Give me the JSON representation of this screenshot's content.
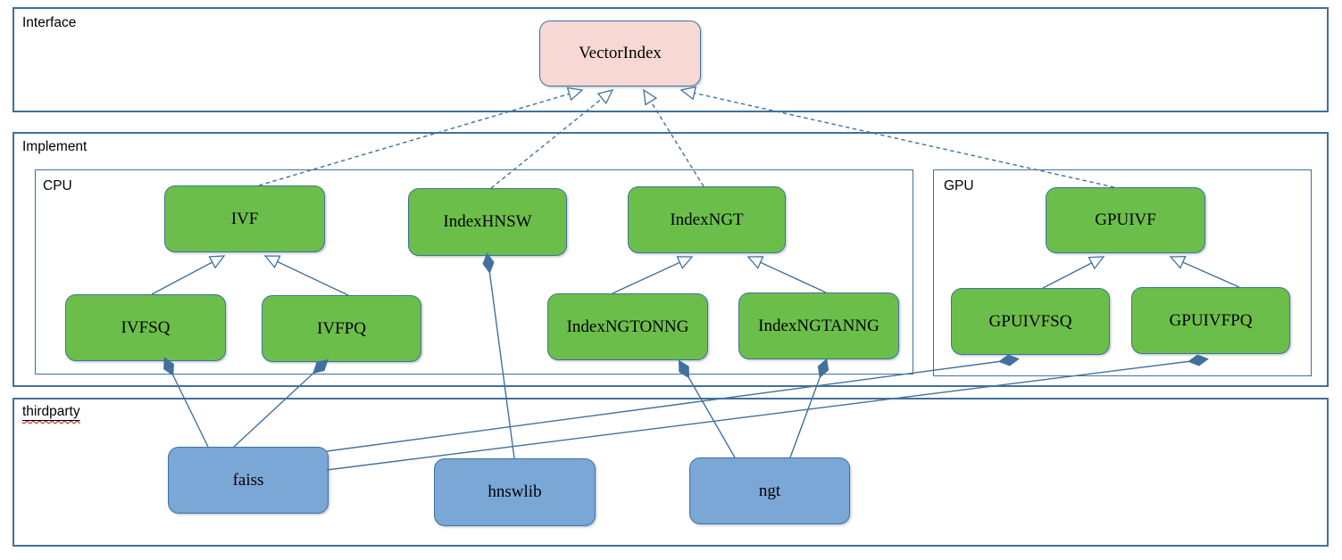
{
  "diagram": {
    "containers": {
      "interface": {
        "label": "Interface"
      },
      "implement": {
        "label": "Implement"
      },
      "cpu": {
        "label": "CPU"
      },
      "gpu": {
        "label": "GPU"
      },
      "thirdparty": {
        "label": "thirdparty",
        "spellcheck_squiggle": true
      }
    },
    "nodes": {
      "vectorindex": {
        "label": "VectorIndex",
        "kind": "interface"
      },
      "ivf": {
        "label": "IVF",
        "kind": "cpu-class"
      },
      "indexhnsw": {
        "label": "IndexHNSW",
        "kind": "cpu-class"
      },
      "indexngt": {
        "label": "IndexNGT",
        "kind": "cpu-class"
      },
      "ivfsq": {
        "label": "IVFSQ",
        "kind": "cpu-class"
      },
      "ivfpq": {
        "label": "IVFPQ",
        "kind": "cpu-class"
      },
      "indexngtonng": {
        "label": "IndexNGTONNG",
        "kind": "cpu-class"
      },
      "indexngtanng": {
        "label": "IndexNGTANNG",
        "kind": "cpu-class"
      },
      "gpuivf": {
        "label": "GPUIVF",
        "kind": "gpu-class"
      },
      "gpuivfsq": {
        "label": "GPUIVFSQ",
        "kind": "gpu-class"
      },
      "gpuivfpq": {
        "label": "GPUIVFPQ",
        "kind": "gpu-class"
      },
      "faiss": {
        "label": "faiss",
        "kind": "thirdparty-lib"
      },
      "hnswlib": {
        "label": "hnswlib",
        "kind": "thirdparty-lib"
      },
      "ngt": {
        "label": "ngt",
        "kind": "thirdparty-lib"
      }
    },
    "edges": [
      {
        "from": "IVF",
        "to": "VectorIndex",
        "relation": "implements",
        "line": "dashed",
        "head": "open-triangle"
      },
      {
        "from": "IndexHNSW",
        "to": "VectorIndex",
        "relation": "implements",
        "line": "dashed",
        "head": "open-triangle"
      },
      {
        "from": "IndexNGT",
        "to": "VectorIndex",
        "relation": "implements",
        "line": "dashed",
        "head": "open-triangle"
      },
      {
        "from": "GPUIVF",
        "to": "VectorIndex",
        "relation": "implements",
        "line": "dashed",
        "head": "open-triangle"
      },
      {
        "from": "IVFSQ",
        "to": "IVF",
        "relation": "inherits",
        "line": "solid",
        "head": "open-triangle"
      },
      {
        "from": "IVFPQ",
        "to": "IVF",
        "relation": "inherits",
        "line": "solid",
        "head": "open-triangle"
      },
      {
        "from": "IndexNGTONNG",
        "to": "IndexNGT",
        "relation": "inherits",
        "line": "solid",
        "head": "open-triangle"
      },
      {
        "from": "IndexNGTANNG",
        "to": "IndexNGT",
        "relation": "inherits",
        "line": "solid",
        "head": "open-triangle"
      },
      {
        "from": "GPUIVFSQ",
        "to": "GPUIVF",
        "relation": "inherits",
        "line": "solid",
        "head": "open-triangle"
      },
      {
        "from": "GPUIVFPQ",
        "to": "GPUIVF",
        "relation": "inherits",
        "line": "solid",
        "head": "open-triangle"
      },
      {
        "from": "faiss",
        "to": "IVFSQ",
        "relation": "composition",
        "line": "solid",
        "head": "filled-diamond"
      },
      {
        "from": "faiss",
        "to": "IVFPQ",
        "relation": "composition",
        "line": "solid",
        "head": "filled-diamond"
      },
      {
        "from": "faiss",
        "to": "GPUIVFSQ",
        "relation": "composition",
        "line": "solid",
        "head": "filled-diamond"
      },
      {
        "from": "faiss",
        "to": "GPUIVFPQ",
        "relation": "composition",
        "line": "solid",
        "head": "filled-diamond"
      },
      {
        "from": "hnswlib",
        "to": "IndexHNSW",
        "relation": "composition",
        "line": "solid",
        "head": "filled-diamond"
      },
      {
        "from": "ngt",
        "to": "IndexNGTONNG",
        "relation": "composition",
        "line": "solid",
        "head": "filled-diamond"
      },
      {
        "from": "ngt",
        "to": "IndexNGTANNG",
        "relation": "composition",
        "line": "solid",
        "head": "filled-diamond"
      }
    ],
    "colors": {
      "container-border": "#41719c",
      "node-border": "#41719c",
      "connector": "#41719c",
      "interface-fill": "#f8d8d4",
      "class-fill": "#6cbe4b",
      "lib-fill": "#7ba7d7",
      "squiggle": "#d40000"
    }
  }
}
